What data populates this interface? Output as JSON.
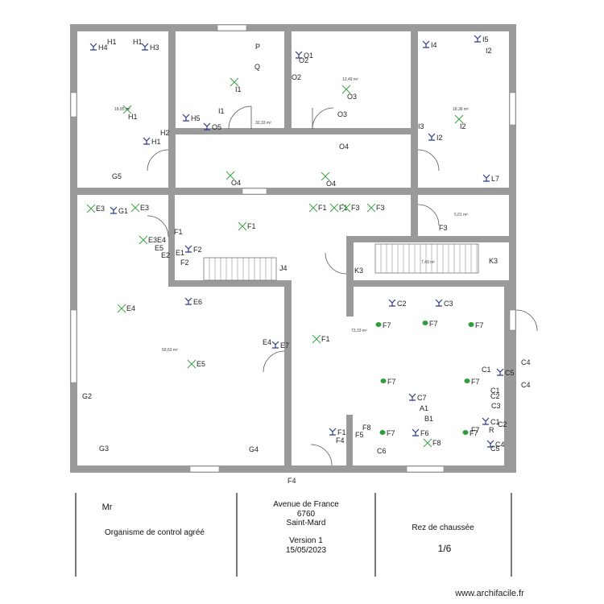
{
  "plan": {
    "rooms": [
      {
        "key": "h1",
        "label": "H1",
        "area": "18,85 m²"
      },
      {
        "key": "i1",
        "label": "",
        "area": "30,33 m²"
      },
      {
        "key": "o3",
        "label": "",
        "area": "13,49 m²"
      },
      {
        "key": "i2",
        "label": "I2",
        "area": "18,36 m²"
      },
      {
        "key": "f3",
        "label": "",
        "area": "5,01 m²"
      },
      {
        "key": "k3",
        "label": "",
        "area": "7,49 m²"
      },
      {
        "key": "e5",
        "label": "",
        "area": "59,63 m²"
      },
      {
        "key": "f7",
        "label": "",
        "area": "73,33 m²"
      }
    ],
    "room_h1_area": "18,85 m²",
    "room_i1_area": "30,33 m²",
    "room_o3_area": "13,49 m²",
    "room_i2_area": "18,36 m²",
    "room_f3_area": "5,01 m²",
    "room_k3_area": "7,49 m²",
    "room_e5_area": "59,63 m²",
    "room_f7_area": "73,33 m²"
  },
  "labels": {
    "H4": "H4",
    "H1a": "H1",
    "H1b": "H1",
    "H3": "H3",
    "H1c": "H1",
    "H1d": "H1",
    "H2": "H2",
    "H5": "H5",
    "P": "P",
    "Q": "Q",
    "I1a": "I1",
    "I1b": "I1",
    "O5": "O5",
    "O1": "O1",
    "O2a": "O2",
    "O2b": "O2",
    "O3a": "O3",
    "O3b": "O3",
    "O4a": "O4",
    "O4b": "O4",
    "O4c": "O4",
    "I4": "I4",
    "I5": "I5",
    "I2a": "I2",
    "I2b": "I2",
    "I3": "I3",
    "I2c": "I2",
    "L7": "L7",
    "G5": "G5",
    "E3a": "E3",
    "G1": "G1",
    "E3b": "E3",
    "F1a": "F1",
    "F1b": "F1",
    "F3a": "F3",
    "F3b": "F3",
    "F1c": "F1",
    "F3c": "F3",
    "E3E4": "E3E4",
    "F1d": "F1",
    "E5a": "E5",
    "F2a": "F2",
    "E1": "E1",
    "E2": "E2",
    "F2b": "F2",
    "J4": "J4",
    "K3a": "K3",
    "K3b": "K3",
    "E6": "E6",
    "C2a": "C2",
    "C3a": "C3",
    "E4a": "E4",
    "F7a": "F7",
    "F7b": "F7",
    "F7c": "F7",
    "F1e": "F1",
    "E4b": "E4",
    "E7": "E7",
    "E5b": "E5",
    "C4a": "C4",
    "C5a": "C5",
    "C1a": "C1",
    "C4b": "C4",
    "F7d": "F7",
    "F7e": "F7",
    "G2": "G2",
    "C7": "C7",
    "C1b": "C1",
    "C2b": "C2",
    "C3b": "C3",
    "A1": "A1",
    "B1": "B1",
    "C1c": "C1",
    "F7f": "F7",
    "F8a": "F8",
    "F1f": "F1",
    "F5": "F5",
    "F4a": "F4",
    "F7g": "F7",
    "F6": "F6",
    "F8b": "F8",
    "F7h": "F7",
    "R": "R",
    "C2c": "C2",
    "C4c": "C4",
    "C5b": "C5",
    "G3": "G3",
    "G4": "G4",
    "C6": "C6",
    "F4b": "F4"
  },
  "title_block": {
    "client": "Mr",
    "organisme": "Organisme de control agréé",
    "address_line1": "Avenue de France",
    "address_line2": "6760",
    "address_line3": "Saint-Mard",
    "version": "Version 1",
    "date": "15/05/2023",
    "level": "Rez de chaussée",
    "page": "1/6"
  },
  "footer": {
    "watermark": "www.archifacile.fr"
  },
  "colors": {
    "wall": "#9a9a9a",
    "fixture_green": "#2e9e3a",
    "fixture_blue": "#2c3a8c",
    "text": "#222222"
  }
}
